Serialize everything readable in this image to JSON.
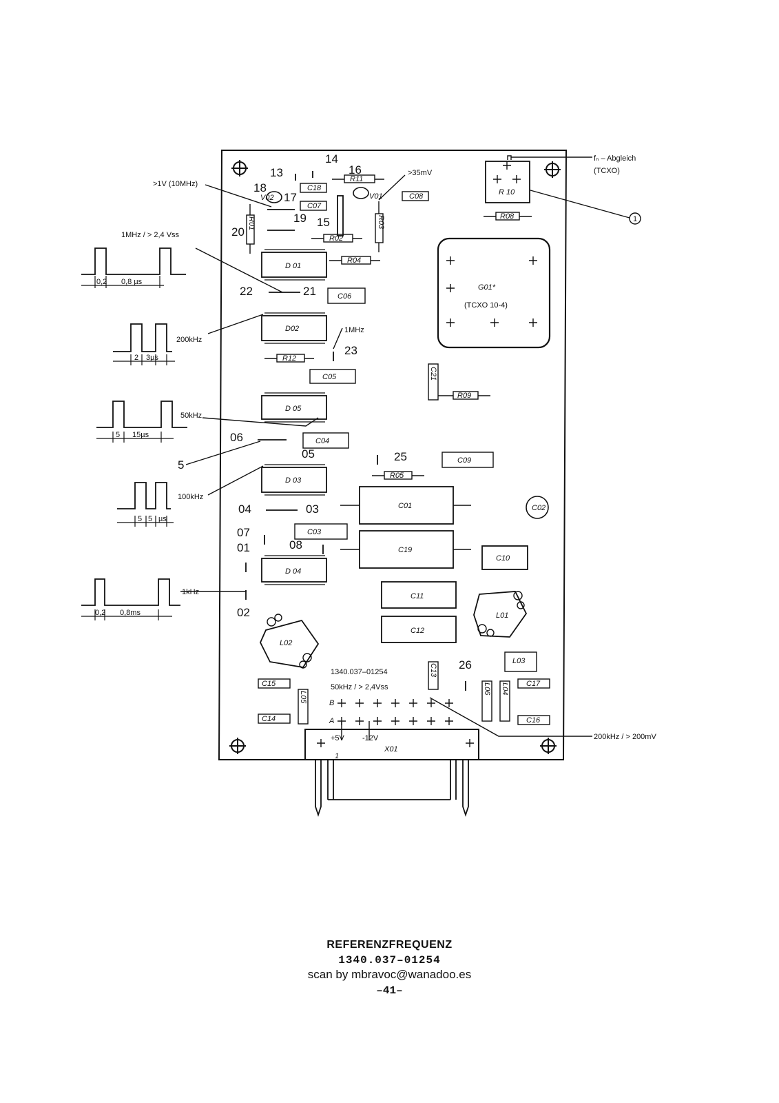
{
  "annotations": {
    "fn_adjust": "fₙ – Abgleich",
    "tcxo": "(TCXO)",
    "callout_1": "1",
    "v_10mhz": ">1V (10MHz)",
    "mv35": ">35mV",
    "mhz1_level": "1MHz / > 2,4 Vss",
    "khz200": "200kHz",
    "mhz1": "1MHz",
    "khz50": "50kHz",
    "khz100": "100kHz",
    "khz1": "1kHz",
    "ref5": "5",
    "bottom_part": "1340.037–01254",
    "bottom_level": "50kHz / > 2,4Vss",
    "khz200_level": "200kHz / > 200mV",
    "v5": "+5V",
    "v12": "-12V",
    "pin1": "1",
    "rowA": "A",
    "rowB": "B"
  },
  "waveforms": {
    "w1": {
      "t1": "0,2",
      "t2": "0,8 µs"
    },
    "w2": {
      "t1": "2",
      "t2": "3µs"
    },
    "w3": {
      "t1": "5",
      "t2": "15µs"
    },
    "w4": {
      "t1": "5",
      "t2": "5",
      "t3": "µs"
    },
    "w5": {
      "t1": "0,2",
      "t2": "0,8ms"
    }
  },
  "testpoints": [
    "13",
    "14",
    "16",
    "17",
    "18",
    "19",
    "20",
    "15",
    "22",
    "21",
    "23",
    "06",
    "05",
    "25",
    "04",
    "03",
    "07",
    "01",
    "08",
    "02",
    "26"
  ],
  "components": {
    "ics": [
      "D 01",
      "D02",
      "D 05",
      "D 03",
      "D 04"
    ],
    "resistors": [
      "R11",
      "R02",
      "R04",
      "R03",
      "R01",
      "R12",
      "R09",
      "R05",
      "R08",
      "R 10"
    ],
    "capacitors": [
      "C18",
      "C07",
      "C08",
      "C06",
      "C05",
      "C21",
      "C04",
      "C09",
      "C03",
      "C01",
      "C19",
      "C10",
      "C11",
      "C12",
      "C02",
      "C13",
      "C14",
      "C15",
      "C16",
      "C17"
    ],
    "diodes": [
      "V01",
      "V02"
    ],
    "inductors": [
      "L01",
      "L02",
      "L03",
      "L05",
      "L06",
      "L04"
    ],
    "oscillator": {
      "name": "G01*",
      "type": "(TCXO 10-4)"
    },
    "connector": "X01"
  },
  "footer": {
    "title": "REFERENZFREQUENZ",
    "part": "1340.037–01254",
    "scan": "scan by mbravoc@wanadoo.es",
    "page": "–41–"
  }
}
